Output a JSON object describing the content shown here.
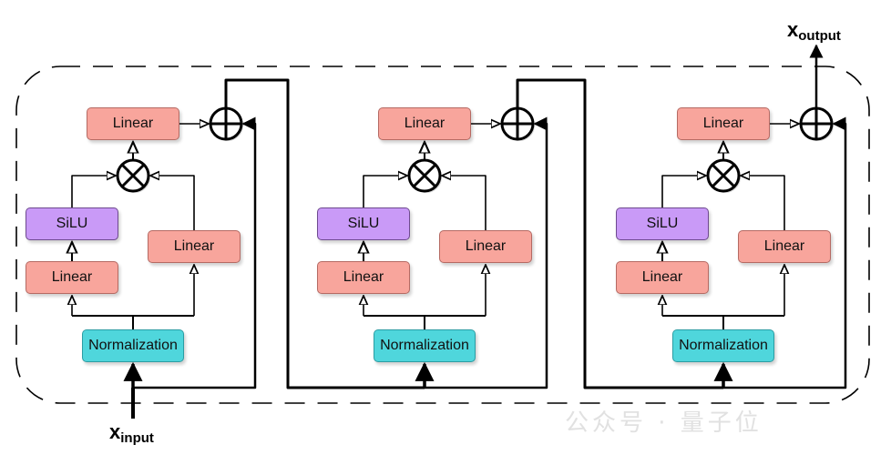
{
  "diagram": {
    "title": "",
    "input_label": {
      "main": "x",
      "sub": "input"
    },
    "output_label": {
      "main": "x",
      "sub": "output"
    },
    "blocks": [
      {
        "name": "block-1",
        "nodes": {
          "linear_out": "Linear",
          "silu": "SiLU",
          "linear_gate": "Linear",
          "linear_up": "Linear",
          "normalization": "Normalization"
        }
      },
      {
        "name": "block-2",
        "nodes": {
          "linear_out": "Linear",
          "silu": "SiLU",
          "linear_gate": "Linear",
          "linear_up": "Linear",
          "normalization": "Normalization"
        }
      },
      {
        "name": "block-3",
        "nodes": {
          "linear_out": "Linear",
          "silu": "SiLU",
          "linear_gate": "Linear",
          "linear_up": "Linear",
          "normalization": "Normalization"
        }
      }
    ],
    "operators": {
      "multiply": "⊗",
      "add": "⊕"
    },
    "colors": {
      "linear": "#f8a59c",
      "silu": "#c99af7",
      "normalization": "#4fd6dc",
      "line": "#000000"
    },
    "watermark": "公众号 · 量子位"
  }
}
